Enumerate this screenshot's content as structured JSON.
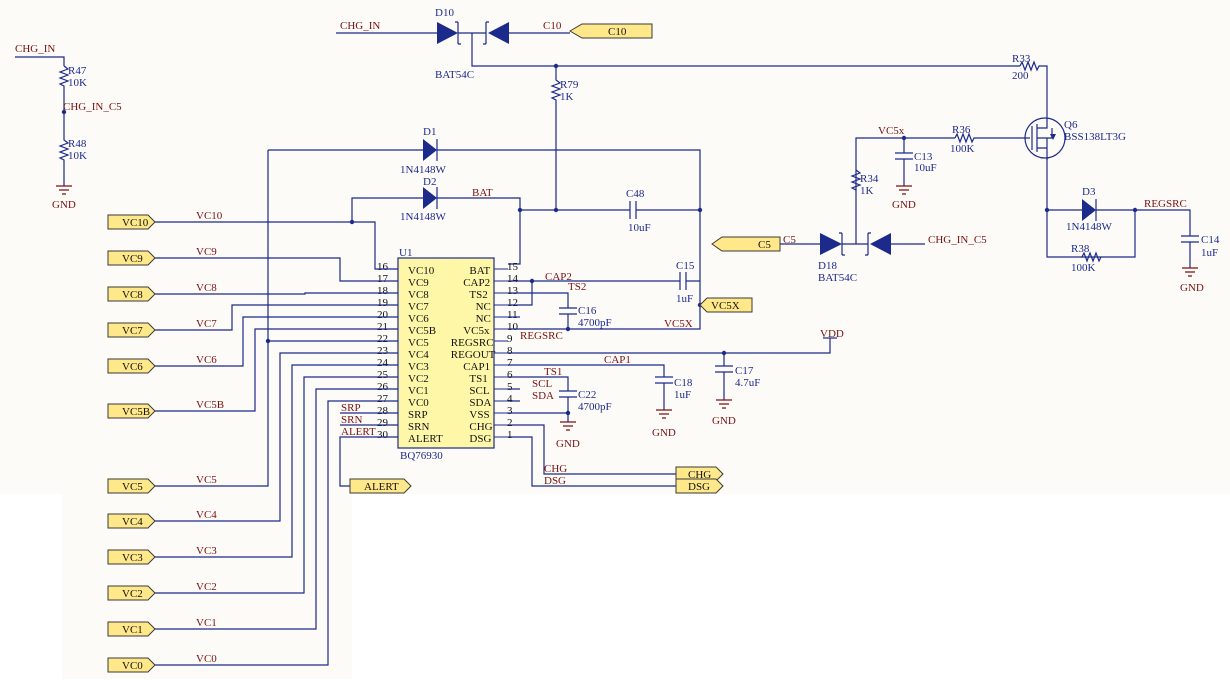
{
  "ports": {
    "chg_in_top": "CHG_IN",
    "c10": "C10",
    "chg_in_left": "CHG_IN",
    "chg_in_c5": "CHG_IN_C5",
    "chg_in_c5_right": "CHG_IN_C5",
    "c5": "C5",
    "vc5x": "VC5X",
    "alert": "ALERT",
    "chg": "CHG",
    "dsg": "DSG",
    "vdd": "VDD",
    "gnd": "GND",
    "left_ports": [
      "VC10",
      "VC9",
      "VC8",
      "VC7",
      "VC6",
      "VC5B",
      "VC5",
      "VC4",
      "VC3",
      "VC2",
      "VC1",
      "VC0"
    ]
  },
  "ic": {
    "ref": "U1",
    "part": "BQ76930",
    "left_pins": [
      {
        "num": "16",
        "name": "VC10"
      },
      {
        "num": "17",
        "name": "VC9"
      },
      {
        "num": "18",
        "name": "VC8"
      },
      {
        "num": "19",
        "name": "VC7"
      },
      {
        "num": "20",
        "name": "VC6"
      },
      {
        "num": "21",
        "name": "VC5B"
      },
      {
        "num": "22",
        "name": "VC5"
      },
      {
        "num": "23",
        "name": "VC4"
      },
      {
        "num": "24",
        "name": "VC3"
      },
      {
        "num": "25",
        "name": "VC2"
      },
      {
        "num": "26",
        "name": "VC1"
      },
      {
        "num": "27",
        "name": "VC0"
      },
      {
        "num": "28",
        "name": "SRP"
      },
      {
        "num": "29",
        "name": "SRN"
      },
      {
        "num": "30",
        "name": "ALERT"
      }
    ],
    "right_pins": [
      {
        "num": "15",
        "name": "BAT"
      },
      {
        "num": "14",
        "name": "CAP2"
      },
      {
        "num": "13",
        "name": "TS2"
      },
      {
        "num": "12",
        "name": "NC"
      },
      {
        "num": "11",
        "name": "NC"
      },
      {
        "num": "10",
        "name": "VC5x"
      },
      {
        "num": "9",
        "name": "REGSRC"
      },
      {
        "num": "8",
        "name": "REGOUT"
      },
      {
        "num": "7",
        "name": "CAP1"
      },
      {
        "num": "6",
        "name": "TS1"
      },
      {
        "num": "5",
        "name": "SCL"
      },
      {
        "num": "4",
        "name": "SDA"
      },
      {
        "num": "3",
        "name": "VSS"
      },
      {
        "num": "2",
        "name": "CHG"
      },
      {
        "num": "1",
        "name": "DSG"
      }
    ]
  },
  "nets": {
    "left_wires": [
      "VC10",
      "VC9",
      "VC8",
      "VC7",
      "VC6",
      "VC5B",
      "VC5",
      "VC4",
      "VC3",
      "VC2",
      "VC1",
      "VC0"
    ],
    "srp": "SRP",
    "srn": "SRN",
    "alert": "ALERT",
    "bat": "BAT",
    "cap2": "CAP2",
    "ts2": "TS2",
    "vc5x": "VC5X",
    "regsrc": "REGSRC",
    "cap1": "CAP1",
    "ts1": "TS1",
    "scl": "SCL",
    "sda": "SDA",
    "chg": "CHG",
    "dsg": "DSG",
    "vc5x_top": "VC5x",
    "c5": "C5",
    "regsrc_right": "REGSRC"
  },
  "components": {
    "d10": {
      "ref": "D10",
      "part": "BAT54C"
    },
    "r47": {
      "ref": "R47",
      "value": "10K"
    },
    "r48": {
      "ref": "R48",
      "value": "10K"
    },
    "r79": {
      "ref": "R79",
      "value": "1K"
    },
    "r33": {
      "ref": "R33",
      "value": "200"
    },
    "d1": {
      "ref": "D1",
      "part": "1N4148W"
    },
    "d2": {
      "ref": "D2",
      "part": "1N4148W"
    },
    "c48": {
      "ref": "C48",
      "value": "10uF"
    },
    "c15": {
      "ref": "C15",
      "value": "1uF"
    },
    "c16": {
      "ref": "C16",
      "value": "4700pF"
    },
    "c18": {
      "ref": "C18",
      "value": "1uF"
    },
    "c17": {
      "ref": "C17",
      "value": "4.7uF"
    },
    "c22": {
      "ref": "C22",
      "value": "4700pF"
    },
    "q6": {
      "ref": "Q6",
      "part": "BSS138LT3G"
    },
    "r36": {
      "ref": "R36",
      "value": "100K"
    },
    "c13": {
      "ref": "C13",
      "value": "10uF"
    },
    "r34": {
      "ref": "R34",
      "value": "1K"
    },
    "d18": {
      "ref": "D18",
      "part": "BAT54C"
    },
    "d3": {
      "ref": "D3",
      "part": "1N4148W"
    },
    "r38": {
      "ref": "R38",
      "value": "100K"
    },
    "c14": {
      "ref": "C14",
      "value": "1uF"
    }
  },
  "colors": {
    "wire": "#1c2a8c",
    "net_label": "#7a1010",
    "ic_fill": "#fff7a8",
    "port_fill": "#ffe88a",
    "background": "#fdfbf7"
  }
}
